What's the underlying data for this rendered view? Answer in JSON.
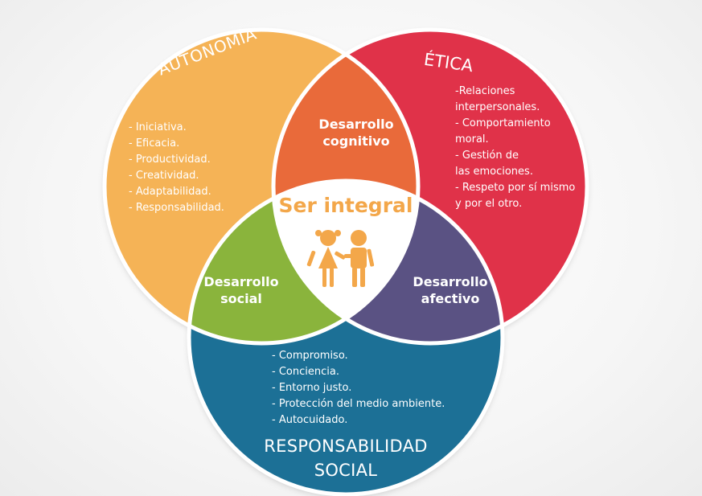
{
  "circles": {
    "autonomia": {
      "title": "AUTONOMÍA",
      "color": "#f5b356",
      "items": [
        "- Iniciativa.",
        "- Eficacia.",
        "- Productividad.",
        "- Creatividad.",
        "- Adaptabilidad.",
        "- Responsabilidad."
      ]
    },
    "etica": {
      "title": "ÉTICA",
      "color": "#e03048",
      "items": [
        "-Relaciones",
        "interpersonales.",
        "- Comportamiento",
        "moral.",
        "- Gestión de",
        "las emociones.",
        "- Respeto por sí mismo",
        "y por el otro."
      ]
    },
    "responsabilidad_social": {
      "title_line1": "RESPONSABILIDAD",
      "title_line2": "SOCIAL",
      "color": "#1f6f96",
      "items": [
        "- Compromiso.",
        "- Conciencia.",
        "- Entorno justo.",
        "- Protección del medio ambiente.",
        "- Autocuidado."
      ]
    }
  },
  "intersections": {
    "cognitivo": {
      "line1": "Desarrollo",
      "line2": "cognitivo",
      "color": "#e96a3a"
    },
    "social": {
      "line1": "Desarrollo",
      "line2": "social",
      "color": "#8ab43c"
    },
    "afectivo": {
      "line1": "Desarrollo",
      "line2": "afectivo",
      "color": "#5a5283"
    }
  },
  "center": {
    "label": "Ser integral",
    "color": "#ffffff",
    "accent": "#f3a74a"
  },
  "icons": {
    "center_figure": "children-icon"
  }
}
